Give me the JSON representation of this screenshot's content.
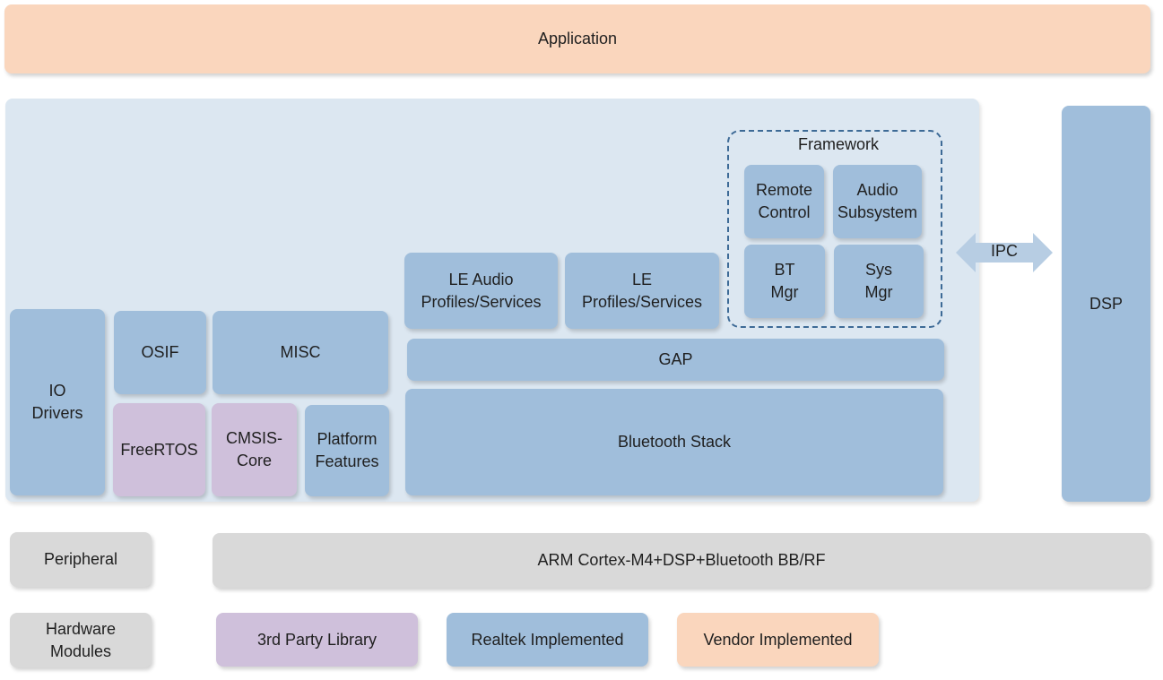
{
  "colors": {
    "realtek": "#a0bedb",
    "third_party": "#cfc0db",
    "vendor": "#fad6bd",
    "hardware": "#d9d9d9",
    "software_panel": "#dce7f1",
    "framework_border": "#3d6a96",
    "ipc_arrow": "#b7cde3"
  },
  "application": "Application",
  "dsp": "DSP",
  "ipc": "IPC",
  "framework": {
    "title": "Framework",
    "remote_control": "Remote\nControl",
    "audio_subsystem": "Audio\nSubsystem",
    "bt_mgr": "BT\nMgr",
    "sys_mgr": "Sys\nMgr"
  },
  "le_audio": "LE Audio\nProfiles/Services",
  "le_profiles": "LE\nProfiles/Services",
  "gap": "GAP",
  "bluetooth_stack": "Bluetooth Stack",
  "io_drivers": "IO\nDrivers",
  "osif": "OSIF",
  "misc": "MISC",
  "freertos": "FreeRTOS",
  "cmsis_core": "CMSIS-\nCore",
  "platform_features": "Platform\nFeatures",
  "peripheral": "Peripheral",
  "arm_core": "ARM Cortex-M4+DSP+Bluetooth BB/RF",
  "legend": {
    "hardware_modules": "Hardware\nModules",
    "third_party": "3rd Party Library",
    "realtek": "Realtek Implemented",
    "vendor": "Vendor Implemented"
  }
}
